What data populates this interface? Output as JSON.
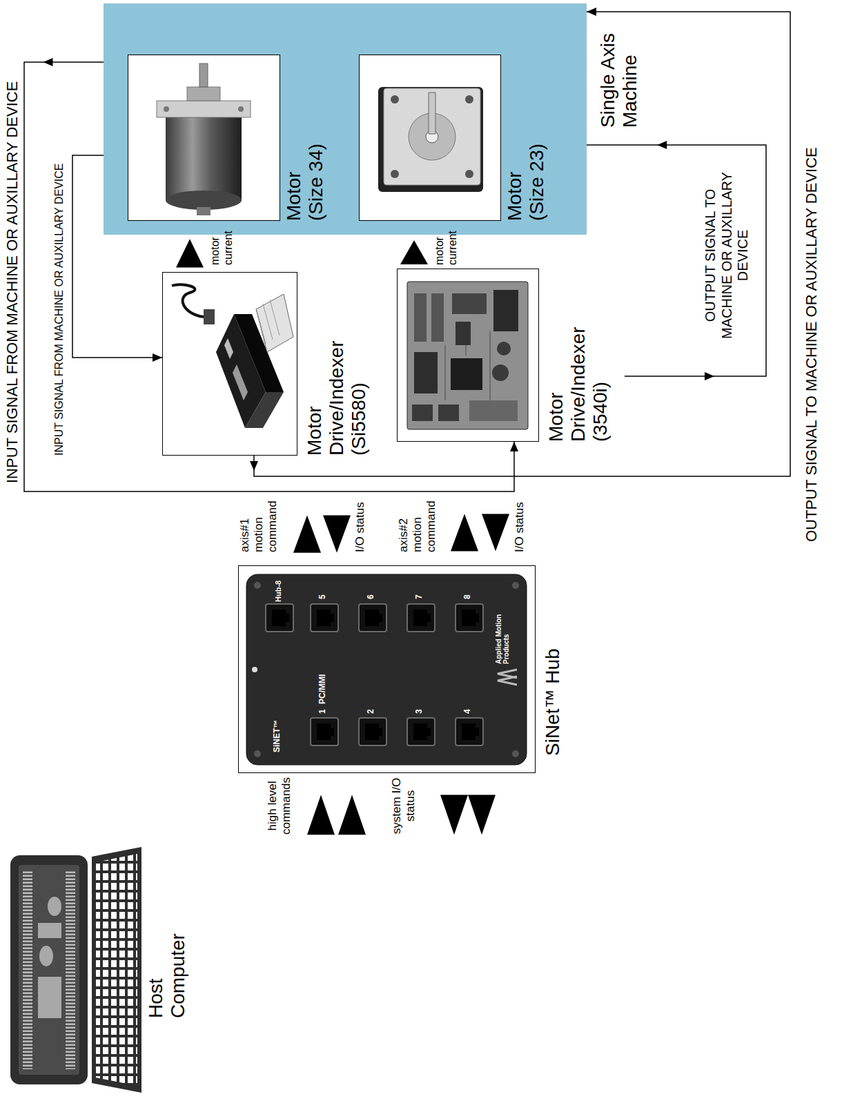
{
  "diagram": {
    "nodes": [
      {
        "text": [
          "Host Computer"
        ]
      },
      {
        "text": [
          "SiNet™ Hub"
        ]
      },
      {
        "text": [
          "Motor Drive/Indexer (Si5580)"
        ]
      },
      {
        "text": [
          "Motor Drive/Indexer (3540i)"
        ]
      },
      {
        "text": [
          "Single Axis Machine"
        ]
      },
      {
        "text": [
          "Motor (Size 34)"
        ],
        "in": 4
      },
      {
        "text": [
          "Motor (Size 23)"
        ],
        "in": 4
      }
    ],
    "edges": [
      {
        "from": 0,
        "to": 1,
        "label": "high level commands",
        "arrow": "to"
      },
      {
        "from": 1,
        "to": 0,
        "label": "system I/O status",
        "arrow": "to"
      },
      {
        "from": 1,
        "to": 2,
        "label": "axis#1 motion command",
        "arrow": "to"
      },
      {
        "from": 2,
        "to": 1,
        "label": "I/O status",
        "arrow": "to"
      },
      {
        "from": 1,
        "to": 3,
        "label": "axis#2 motion command",
        "arrow": "to"
      },
      {
        "from": 3,
        "to": 1,
        "label": "I/O status",
        "arrow": "to"
      },
      {
        "from": 2,
        "to": 5,
        "label": "motor current",
        "arrow": "to"
      },
      {
        "from": 3,
        "to": 6,
        "label": "motor current",
        "arrow": "to"
      },
      {
        "from": 4,
        "to": 3,
        "label": "INPUT SIGNAL FROM MACHINE OR AUXILLARY DEVICE",
        "arrow": "to"
      },
      {
        "from": 4,
        "to": 2,
        "label": "INPUT SIGNAL FROM MACHINE OR AUXILLARY DEVICE",
        "arrow": "to"
      },
      {
        "from": 3,
        "to": 4,
        "label": "OUTPUT SIGNAL TO MACHINE OR AUXILLARY DEVICE",
        "arrow": "to"
      },
      {
        "from": 2,
        "to": 4,
        "label": "OUTPUT SIGNAL TO MACHINE OR AUXILLARY DEVICE",
        "arrow": "to"
      }
    ],
    "labels": [
      "SiNET™",
      "Hub-8",
      "1",
      "PC/MMI",
      "5",
      "2",
      "6",
      "3",
      "7",
      "4",
      "8",
      "Applied Motion Products"
    ]
  }
}
